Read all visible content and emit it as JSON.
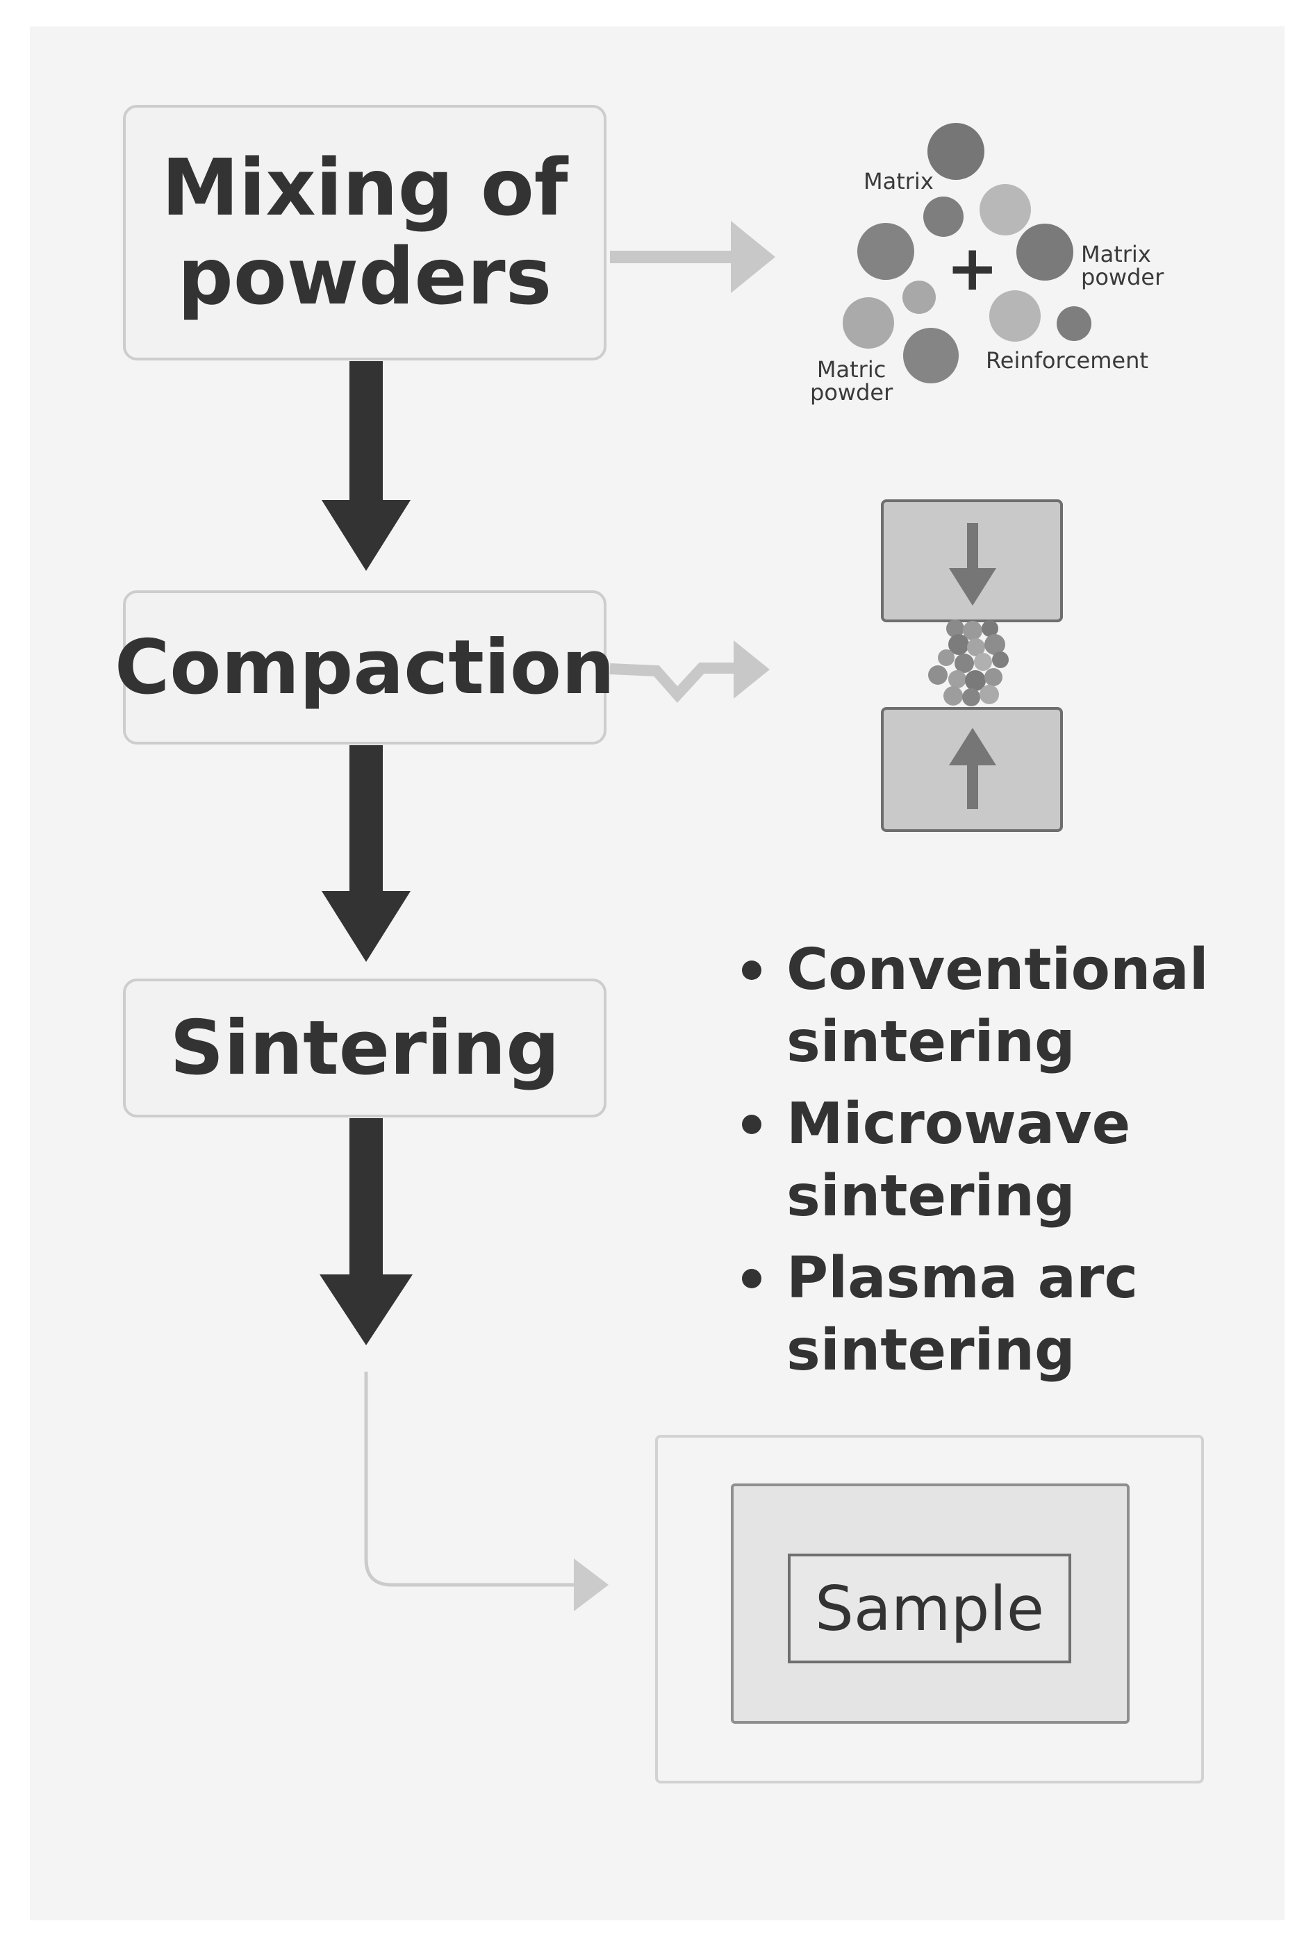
{
  "steps": {
    "mixing_line1": "Mixing of",
    "mixing_line2": "powders",
    "compaction": "Compaction",
    "sintering": "Sintering"
  },
  "particle_labels": {
    "matrix_top": "Matrix",
    "matrix_powder_right": "Matrix\npowder",
    "matric_powder": "Matric\npowder",
    "reinforcement": "Reinforcement",
    "plus": "+"
  },
  "sintering_methods": {
    "conventional": "Conventional sintering",
    "microwave": "Microwave sintering",
    "plasma_arc": "Plasma arc sintering"
  },
  "output": {
    "sample": "Sample"
  },
  "colors": {
    "canvas": "#f4f4f4",
    "flow_arrow": "#333333",
    "side_arrow": "#c8c8c8",
    "die_fill": "#c9c9c9",
    "particle_dark": "#777777",
    "particle_light": "#b3b3b3"
  }
}
